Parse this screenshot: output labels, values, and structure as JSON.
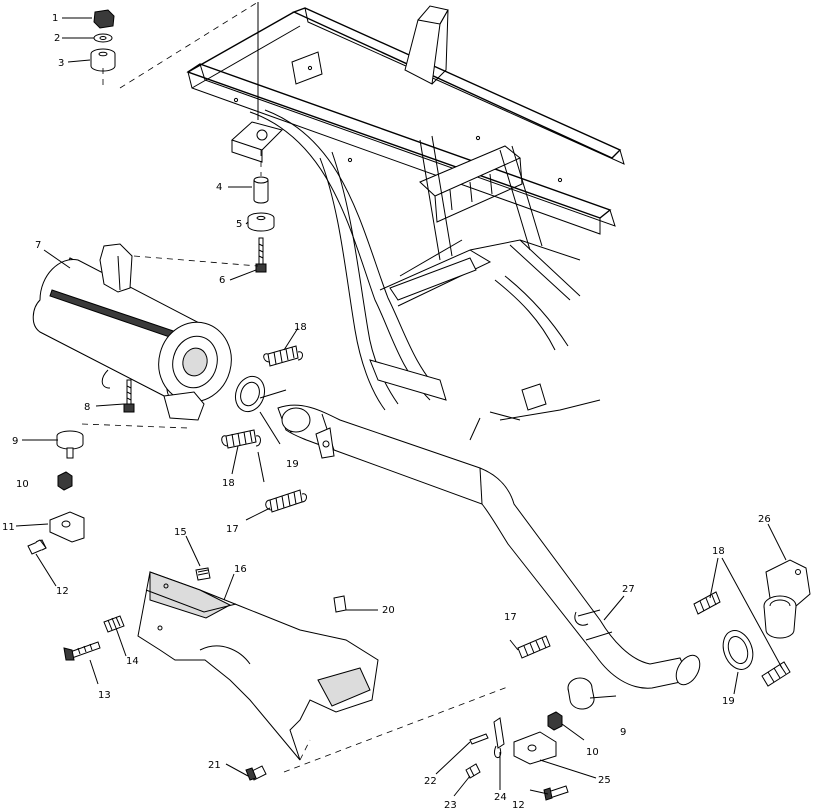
{
  "diagram": {
    "callouts": [
      {
        "id": "c1",
        "text": "1"
      },
      {
        "id": "c2",
        "text": "2"
      },
      {
        "id": "c3",
        "text": "3"
      },
      {
        "id": "c4",
        "text": "4"
      },
      {
        "id": "c5",
        "text": "5"
      },
      {
        "id": "c6",
        "text": "6"
      },
      {
        "id": "c7",
        "text": "7"
      },
      {
        "id": "c8",
        "text": "8"
      },
      {
        "id": "c9a",
        "text": "9"
      },
      {
        "id": "c10a",
        "text": "10"
      },
      {
        "id": "c11",
        "text": "11"
      },
      {
        "id": "c12a",
        "text": "12"
      },
      {
        "id": "c13",
        "text": "13"
      },
      {
        "id": "c14",
        "text": "14"
      },
      {
        "id": "c15",
        "text": "15"
      },
      {
        "id": "c16",
        "text": "16"
      },
      {
        "id": "c17a",
        "text": "17"
      },
      {
        "id": "c17b",
        "text": "17"
      },
      {
        "id": "c18a",
        "text": "18"
      },
      {
        "id": "c18b",
        "text": "18"
      },
      {
        "id": "c18c",
        "text": "18"
      },
      {
        "id": "c19a",
        "text": "19"
      },
      {
        "id": "c19b",
        "text": "19"
      },
      {
        "id": "c20",
        "text": "20"
      },
      {
        "id": "c21",
        "text": "21"
      },
      {
        "id": "c22",
        "text": "22"
      },
      {
        "id": "c23",
        "text": "23"
      },
      {
        "id": "c24",
        "text": "24"
      },
      {
        "id": "c25",
        "text": "25"
      },
      {
        "id": "c26",
        "text": "26"
      },
      {
        "id": "c27",
        "text": "27"
      },
      {
        "id": "c9b",
        "text": "9"
      },
      {
        "id": "c10b",
        "text": "10"
      },
      {
        "id": "c12b",
        "text": "12"
      }
    ]
  }
}
